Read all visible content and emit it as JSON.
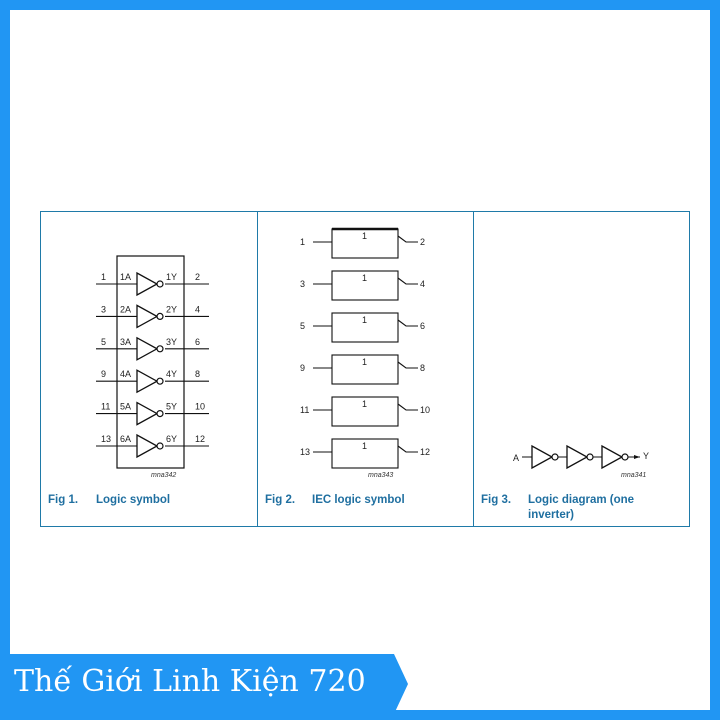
{
  "colors": {
    "frame": "#2196F3",
    "caption": "#1f6fa0",
    "panel_border": "#1f7aa8"
  },
  "fig1": {
    "fig_label": "Fig 1.",
    "caption": "Logic symbol",
    "code": "mna342",
    "gates": [
      {
        "in_pin": "1",
        "in_label": "1A",
        "out_label": "1Y",
        "out_pin": "2"
      },
      {
        "in_pin": "3",
        "in_label": "2A",
        "out_label": "2Y",
        "out_pin": "4"
      },
      {
        "in_pin": "5",
        "in_label": "3A",
        "out_label": "3Y",
        "out_pin": "6"
      },
      {
        "in_pin": "9",
        "in_label": "4A",
        "out_label": "4Y",
        "out_pin": "8"
      },
      {
        "in_pin": "11",
        "in_label": "5A",
        "out_label": "5Y",
        "out_pin": "10"
      },
      {
        "in_pin": "13",
        "in_label": "6A",
        "out_label": "6Y",
        "out_pin": "12"
      }
    ]
  },
  "fig2": {
    "fig_label": "Fig 2.",
    "caption": "IEC logic symbol",
    "code": "mna343",
    "gates": [
      {
        "in_pin": "1",
        "box_label": "1",
        "out_pin": "2"
      },
      {
        "in_pin": "3",
        "box_label": "1",
        "out_pin": "4"
      },
      {
        "in_pin": "5",
        "box_label": "1",
        "out_pin": "6"
      },
      {
        "in_pin": "9",
        "box_label": "1",
        "out_pin": "8"
      },
      {
        "in_pin": "11",
        "box_label": "1",
        "out_pin": "10"
      },
      {
        "in_pin": "13",
        "box_label": "1",
        "out_pin": "12"
      }
    ]
  },
  "fig3": {
    "fig_label": "Fig 3.",
    "caption_line1": "Logic diagram (one",
    "caption_line2": "inverter)",
    "input_label": "A",
    "output_label": "Y",
    "code": "mna341"
  },
  "banner": {
    "text": "Thế Giới Linh Kiện 720"
  }
}
